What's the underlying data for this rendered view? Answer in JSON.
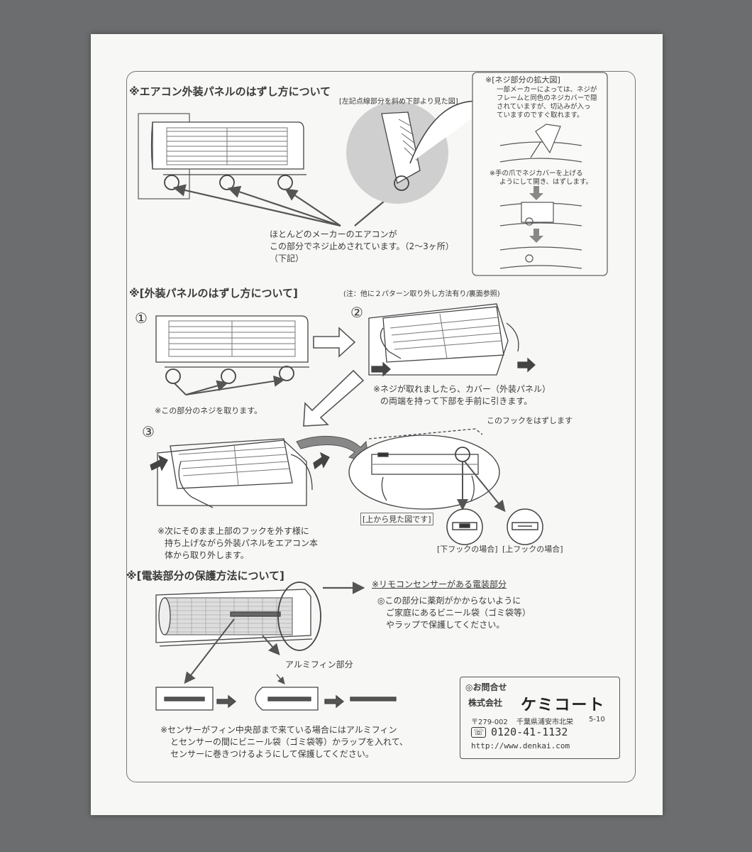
{
  "sections": {
    "s1_title": "※エアコン外装パネルのはずし方について",
    "s2_title": "※[外装パネルのはずし方について]",
    "s2_note": "(注：他に２パターン取り外し方法有り/裏面参照)",
    "s3_title": "※[電装部分の保護方法について]"
  },
  "fig1": {
    "caption": "[左記点線部分を斜め下部より見た図]",
    "note_line1": "ほとんどのメーカーのエアコンが",
    "note_line2": "この部分でネジ止めされています。（2〜3ヶ所）",
    "note_line3": "（下記）"
  },
  "zoom": {
    "title": "※[ネジ部分の拡大図]",
    "desc": [
      "一部メーカーによっては、ネジが",
      "フレームと同色のネジカバーで隠",
      "されていますが、切込みが入っ",
      "ていますのですぐ取れます。"
    ],
    "nail": [
      "※手の爪でネジカバーを上げる",
      "ようにして開き、はずします。"
    ]
  },
  "steps": {
    "n1": "①",
    "n2": "②",
    "n3": "③",
    "step1": "※この部分のネジを取ります。",
    "step2_line1": "※ネジが取れましたら、カバー（外装パネル）",
    "step2_line2": "の両端を持って下部を手前に引きます。",
    "hook": "このフックをはずします",
    "top_view": "[上から見た図です]",
    "hook_lower": "[下フックの場合]",
    "hook_upper": "[上フックの場合]",
    "step3_line1": "※次にそのまま上部のフックを外す様に",
    "step3_line2": "持ち上げながら外装パネルをエアコン本",
    "step3_line3": "体から取り外します。"
  },
  "electrical": {
    "sensor_title": "※リモコンセンサーがある電装部分",
    "sensor_line1": "◎この部分に薬剤がかからないように",
    "sensor_line2": "ご家庭にあるビニール袋（ゴミ袋等）",
    "sensor_line3": "やラップで保護してください。",
    "fin_label": "アルミフィン部分",
    "note_line1": "※センサーがフィン中央部まで来ている場合にはアルミフィン",
    "note_line2": "とセンサーの間にビニール袋（ゴミ袋等）かラップを入れて、",
    "note_line3": "センサーに巻きつけるようにして保護してください。"
  },
  "contact": {
    "heading": "◎お問合せ",
    "company_prefix": "株式会社",
    "company_name": "ケミコート",
    "postal": "〒279-002",
    "address": "千葉県浦安市北栄",
    "address_tail": "5-10",
    "phone_prefix": "0120-41-1132",
    "url": "http://www.denkai.com"
  },
  "colors": {
    "background": "#6b6d6f",
    "paper": "#f7f7f5",
    "ink": "#3a3a3a",
    "arrow": "#555555"
  }
}
